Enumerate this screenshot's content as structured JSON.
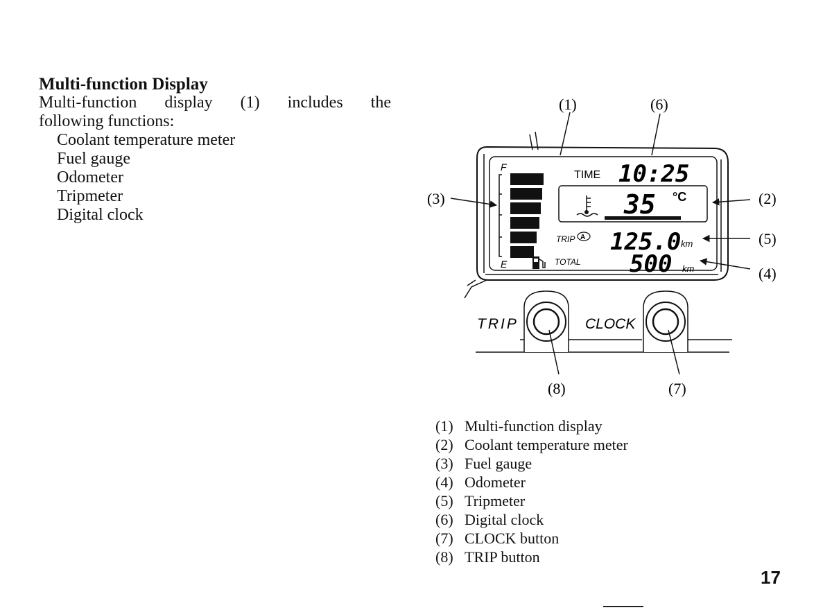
{
  "section": {
    "title": "Multi-function Display",
    "intro_line1": "Multi-function display (1) includes the",
    "intro_line2": "following functions:",
    "functions": [
      "Coolant temperature meter",
      "Fuel gauge",
      "Odometer",
      "Tripmeter",
      "Digital clock"
    ]
  },
  "diagram": {
    "callouts": {
      "c1": "(1)",
      "c6": "(6)",
      "c3": "(3)",
      "c2": "(2)",
      "c5": "(5)",
      "c4": "(4)",
      "c8": "(8)",
      "c7": "(7)"
    },
    "lcd": {
      "time_label": "TIME",
      "time_value": "10:25",
      "temp_value": "35",
      "temp_unit": "°C",
      "trip_label": "TRIP",
      "trip_mode": "A",
      "trip_value": "125.0",
      "trip_unit": "km",
      "total_label": "TOTAL",
      "total_value": "500",
      "total_unit": "km",
      "fuel_full": "F",
      "fuel_empty": "E",
      "fuel_level": 1.0
    },
    "buttons": {
      "trip_label": "TRIP",
      "clock_label": "CLOCK"
    }
  },
  "legend": [
    {
      "num": "(1)",
      "text": "Multi-function display"
    },
    {
      "num": "(2)",
      "text": "Coolant temperature meter"
    },
    {
      "num": "(3)",
      "text": "Fuel gauge"
    },
    {
      "num": "(4)",
      "text": "Odometer"
    },
    {
      "num": "(5)",
      "text": "Tripmeter"
    },
    {
      "num": "(6)",
      "text": "Digital clock"
    },
    {
      "num": "(7)",
      "text": "CLOCK button"
    },
    {
      "num": "(8)",
      "text": "TRIP button"
    }
  ],
  "page_number": "17"
}
